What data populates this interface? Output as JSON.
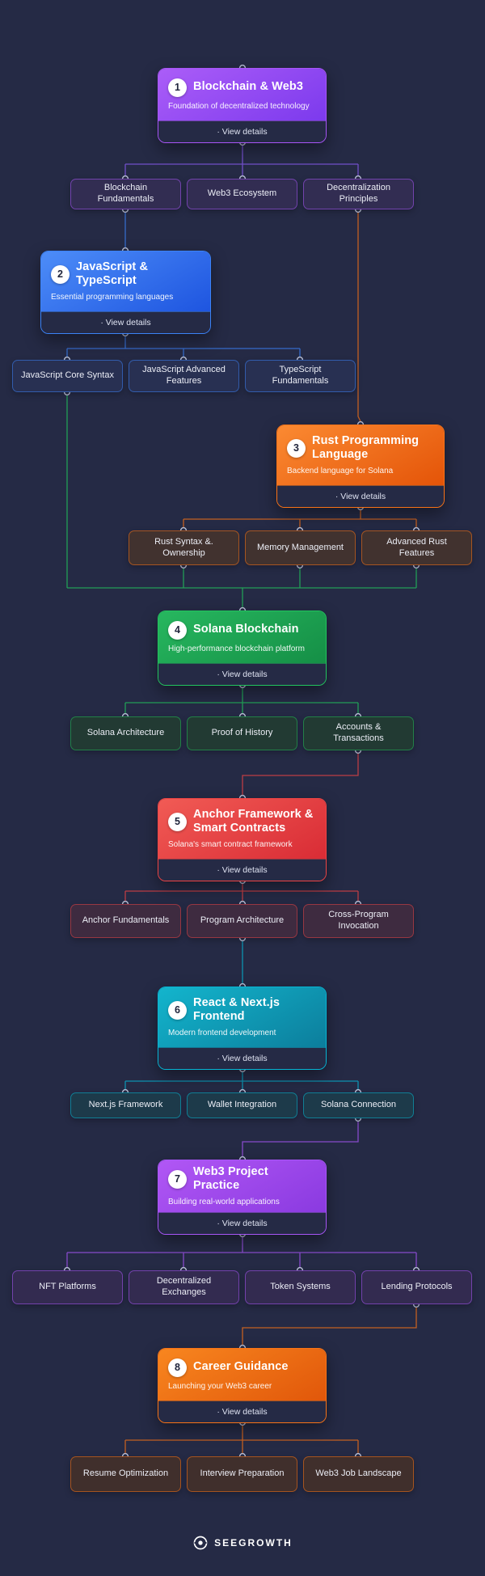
{
  "page": {
    "background": "#252a45"
  },
  "footer": {
    "brand": "SEEGROWTH"
  },
  "sections": [
    {
      "number": "1",
      "title": "Blockchain & Web3",
      "subtitle": "Foundation of decentralized technology",
      "cta": "· View details",
      "accent": "#a855f7",
      "children": [
        "Blockchain Fundamentals",
        "Web3 Ecosystem",
        "Decentralization Principles"
      ]
    },
    {
      "number": "2",
      "title": "JavaScript & TypeScript",
      "subtitle": "Essential programming languages",
      "cta": "· View details",
      "accent": "#3b82f6",
      "children": [
        "JavaScript Core Syntax",
        "JavaScript Advanced Features",
        "TypeScript Fundamentals"
      ]
    },
    {
      "number": "3",
      "title": "Rust Programming Language",
      "subtitle": "Backend language for Solana",
      "cta": "· View details",
      "accent": "#f97316",
      "children": [
        "Rust Syntax &. Ownership",
        "Memory Management",
        "Advanced Rust Features"
      ]
    },
    {
      "number": "4",
      "title": "Solana Blockchain",
      "subtitle": "High-performance blockchain platform",
      "cta": "· View details",
      "accent": "#22c55e",
      "children": [
        "Solana Architecture",
        "Proof of History",
        "Accounts & Transactions"
      ]
    },
    {
      "number": "5",
      "title": "Anchor Framework & Smart Contracts",
      "subtitle": "Solana's smart contract framework",
      "cta": "· View details",
      "accent": "#ef4444",
      "children": [
        "Anchor Fundamentals",
        "Program Architecture",
        "Cross-Program Invocation"
      ]
    },
    {
      "number": "6",
      "title": "React & Next.js Frontend",
      "subtitle": "Modern frontend development",
      "cta": "· View details",
      "accent": "#06b6d4",
      "children": [
        "Next.js Framework",
        "Wallet Integration",
        "Solana Connection"
      ]
    },
    {
      "number": "7",
      "title": "Web3 Project Practice",
      "subtitle": "Building real-world applications",
      "cta": "· View details",
      "accent": "#a855f7",
      "children": [
        "NFT Platforms",
        "Decentralized Exchanges",
        "Token Systems",
        "Lending Protocols"
      ]
    },
    {
      "number": "8",
      "title": "Career Guidance",
      "subtitle": "Launching your Web3 career",
      "cta": "· View details",
      "accent": "#f97316",
      "children": [
        "Resume Optimization",
        "Interview Preparation",
        "Web3 Job Landscape"
      ]
    }
  ]
}
